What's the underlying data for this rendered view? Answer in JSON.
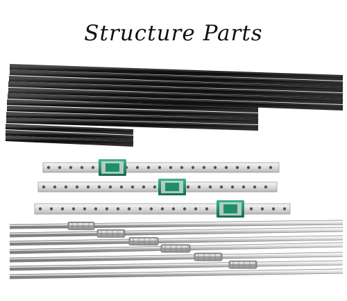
{
  "title": "Structure Parts",
  "colors": {
    "background": "#ffffff",
    "extrusion": "#141414",
    "extrusion_highlight": "#4a4a4a",
    "rail": "#e4e4e4",
    "rail_edge": "#9a9a9a",
    "carriage": "#1f8f6a",
    "carriage_cap": "#c9d6d2",
    "rod": "#c4c4c4",
    "rod_shadow": "#8a8a8a"
  },
  "parts": {
    "extrusions": {
      "name": "aluminum-extrusion"
    },
    "rails": {
      "name": "linear-rail",
      "carriage": "linear-carriage"
    },
    "rods": {
      "name": "smooth-rod",
      "bearing": "linear-bearing"
    }
  }
}
